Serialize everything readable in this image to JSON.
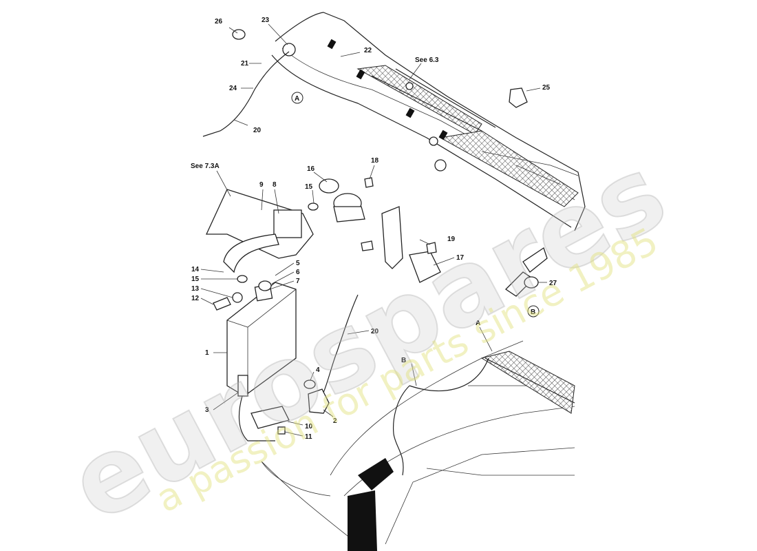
{
  "callouts": {
    "c1": "1",
    "c2": "2",
    "c3": "3",
    "c4": "4",
    "c5": "5",
    "c6": "6",
    "c7": "7",
    "c8": "8",
    "c9": "9",
    "c10": "10",
    "c11": "11",
    "c12": "12",
    "c13": "13",
    "c14": "14",
    "c15a": "15",
    "c15b": "15",
    "c16": "16",
    "c17": "17",
    "c18": "18",
    "c19": "19",
    "c20a": "20",
    "c20b": "20",
    "c21": "21",
    "c22": "22",
    "c23": "23",
    "c24": "24",
    "c25": "25",
    "c26": "26",
    "c27": "27"
  },
  "references": {
    "see_6_3": "See 6.3",
    "see_7_3a": "See 7.3A"
  },
  "view_markers": {
    "a": "A",
    "b": "B",
    "route_a": "A",
    "route_b": "B"
  },
  "watermark": {
    "brand": "eurospares",
    "tagline": "a passion for parts since 1985"
  }
}
